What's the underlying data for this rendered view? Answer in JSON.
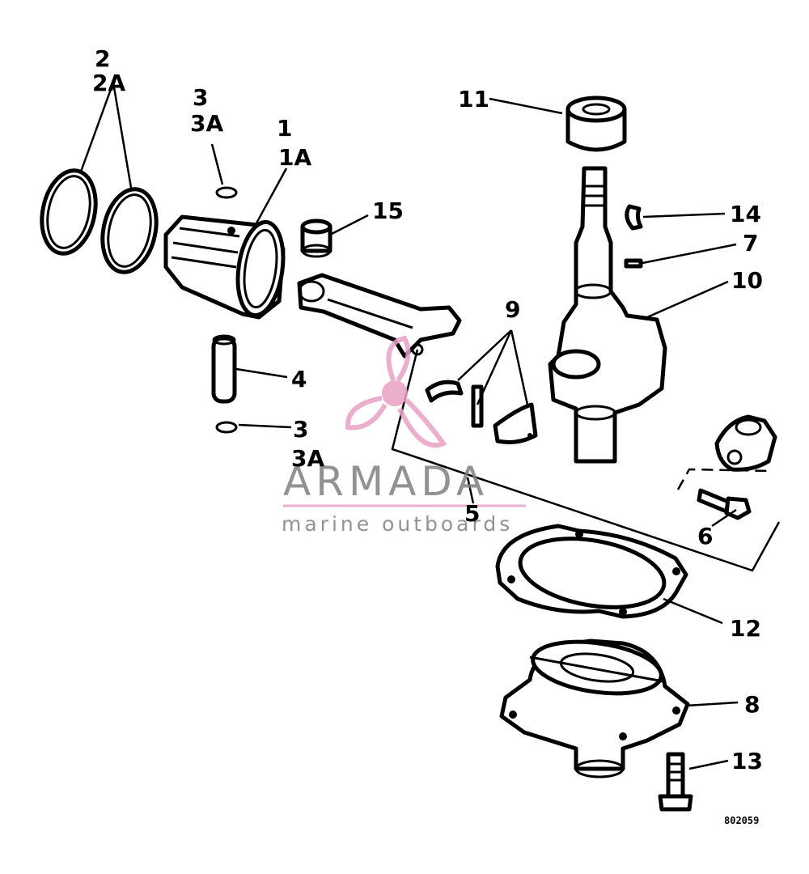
{
  "callouts": {
    "c2": "2",
    "c2a": "2A",
    "c3top": "3",
    "c3atop": "3A",
    "c1": "1",
    "c1a": "1A",
    "c15": "15",
    "c4": "4",
    "c3bot": "3",
    "c3abot": "3A",
    "c11": "11",
    "c14": "14",
    "c7": "7",
    "c10": "10",
    "c9": "9",
    "c5": "5",
    "c6": "6",
    "c12": "12",
    "c8": "8",
    "c13": "13"
  },
  "figure_code": "802059",
  "watermark": {
    "title": "ARMADA",
    "subtitle": "marine outboards",
    "accent_color": "#e8a0c4",
    "text_color": "#7f7f7f"
  }
}
